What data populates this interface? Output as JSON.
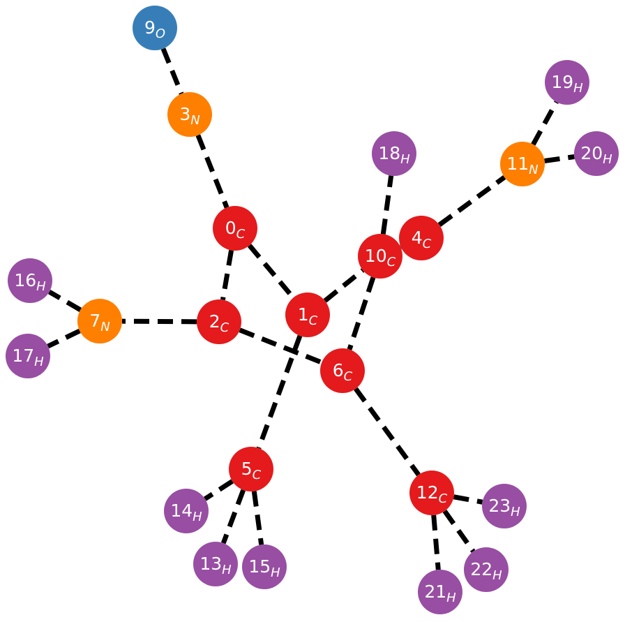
{
  "molecule_graph": {
    "colors": {
      "C": "#e41a1c",
      "N": "#ff7f00",
      "O": "#377eb8",
      "H": "#984ea3"
    },
    "nodes": [
      {
        "id": 0,
        "element": "C"
      },
      {
        "id": 1,
        "element": "C"
      },
      {
        "id": 2,
        "element": "C"
      },
      {
        "id": 3,
        "element": "N"
      },
      {
        "id": 4,
        "element": "C"
      },
      {
        "id": 5,
        "element": "C"
      },
      {
        "id": 6,
        "element": "C"
      },
      {
        "id": 7,
        "element": "N"
      },
      {
        "id": 9,
        "element": "O"
      },
      {
        "id": 10,
        "element": "C"
      },
      {
        "id": 11,
        "element": "N"
      },
      {
        "id": 12,
        "element": "C"
      },
      {
        "id": 13,
        "element": "H"
      },
      {
        "id": 14,
        "element": "H"
      },
      {
        "id": 15,
        "element": "H"
      },
      {
        "id": 16,
        "element": "H"
      },
      {
        "id": 17,
        "element": "H"
      },
      {
        "id": 18,
        "element": "H"
      },
      {
        "id": 19,
        "element": "H"
      },
      {
        "id": 20,
        "element": "H"
      },
      {
        "id": 21,
        "element": "H"
      },
      {
        "id": 22,
        "element": "H"
      },
      {
        "id": 23,
        "element": "H"
      }
    ],
    "edges": [
      [
        9,
        3
      ],
      [
        3,
        0
      ],
      [
        0,
        1
      ],
      [
        0,
        2
      ],
      [
        2,
        7
      ],
      [
        7,
        16
      ],
      [
        7,
        17
      ],
      [
        2,
        6
      ],
      [
        1,
        10
      ],
      [
        10,
        4
      ],
      [
        10,
        18
      ],
      [
        10,
        6
      ],
      [
        4,
        11
      ],
      [
        11,
        19
      ],
      [
        11,
        20
      ],
      [
        1,
        5
      ],
      [
        5,
        14
      ],
      [
        5,
        13
      ],
      [
        5,
        15
      ],
      [
        6,
        12
      ],
      [
        12,
        21
      ],
      [
        12,
        22
      ],
      [
        12,
        23
      ]
    ]
  }
}
